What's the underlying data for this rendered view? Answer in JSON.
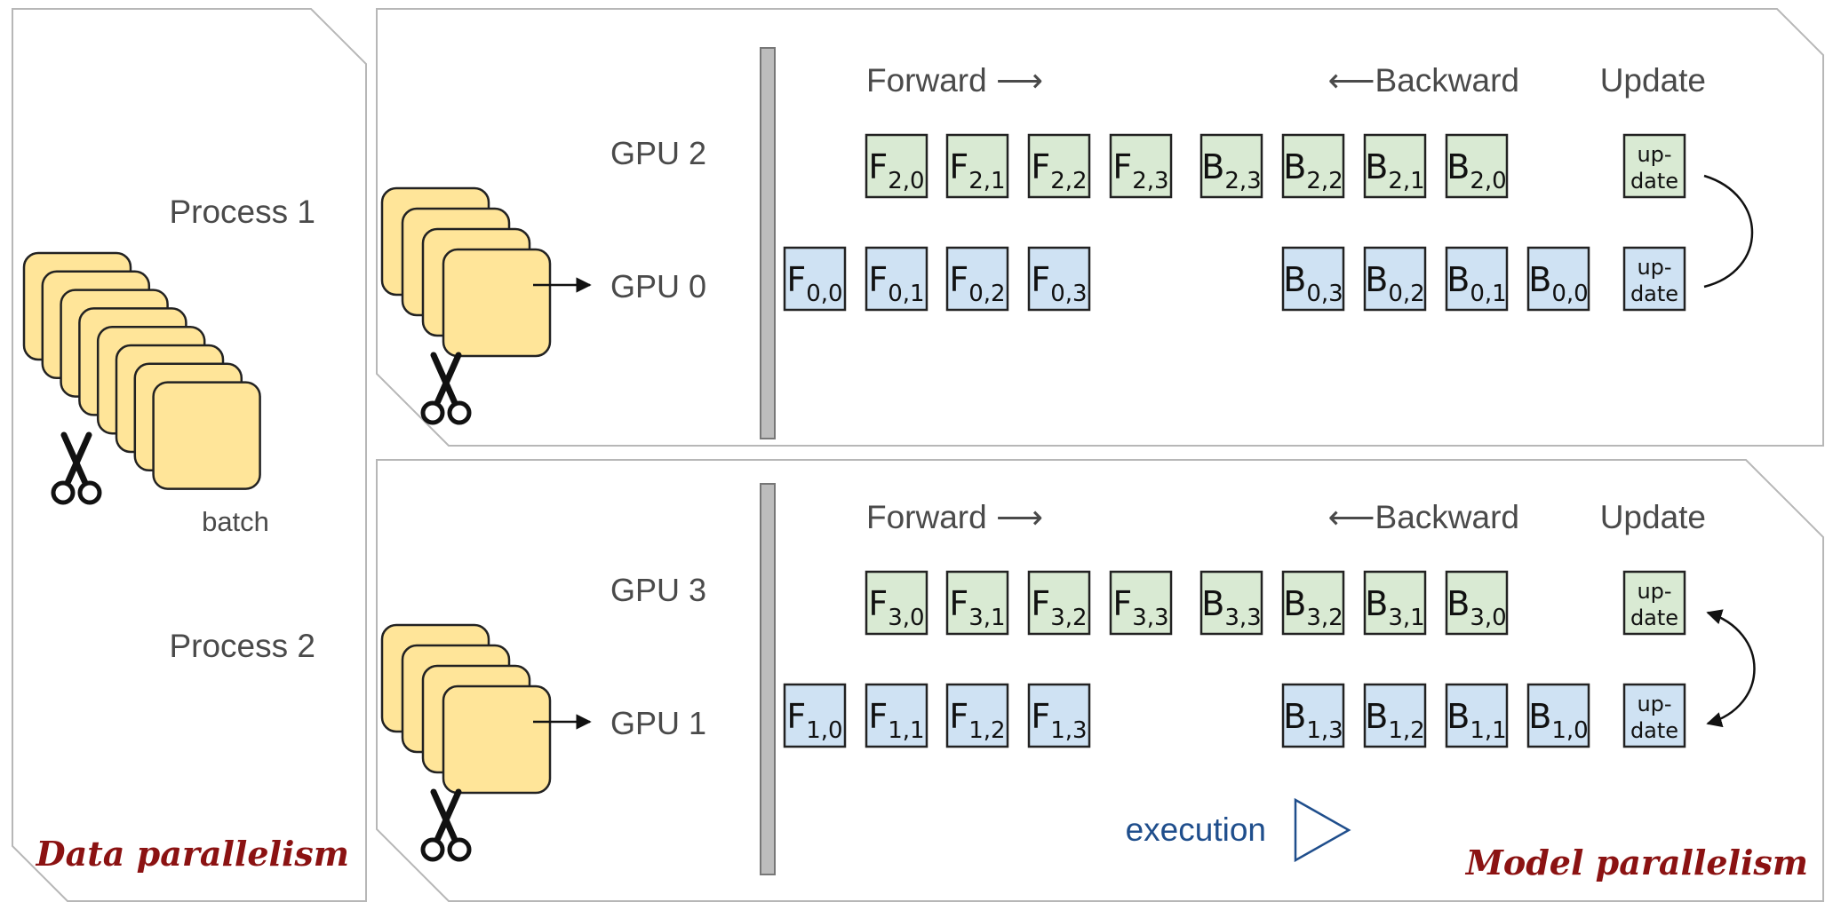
{
  "data_panel": {
    "process1_label": "Process 1",
    "process2_label": "Process 2",
    "batch_label": "batch",
    "caption": "Data parallelism",
    "icons": [
      "scissors-icon",
      "batch-stack-icon"
    ]
  },
  "model_panel": {
    "caption": "Model parallelism",
    "execution_label": "execution",
    "top": {
      "forward_label": "Forward ⟶",
      "backward_label": "⟵Backward",
      "update_label": "Update",
      "gpu_upper": "GPU 2",
      "gpu_lower": "GPU 0",
      "upper_row": [
        {
          "op": "F",
          "sub": "2,0"
        },
        {
          "op": "F",
          "sub": "2,1"
        },
        {
          "op": "F",
          "sub": "2,2"
        },
        {
          "op": "F",
          "sub": "2,3"
        },
        {
          "op": "B",
          "sub": "2,3"
        },
        {
          "op": "B",
          "sub": "2,2"
        },
        {
          "op": "B",
          "sub": "2,1"
        },
        {
          "op": "B",
          "sub": "2,0"
        }
      ],
      "lower_row_forward": [
        {
          "op": "F",
          "sub": "0,0"
        },
        {
          "op": "F",
          "sub": "0,1"
        },
        {
          "op": "F",
          "sub": "0,2"
        },
        {
          "op": "F",
          "sub": "0,3"
        }
      ],
      "lower_row_backward": [
        {
          "op": "B",
          "sub": "0,3"
        },
        {
          "op": "B",
          "sub": "0,2"
        },
        {
          "op": "B",
          "sub": "0,1"
        },
        {
          "op": "B",
          "sub": "0,0"
        }
      ],
      "update_upper": [
        "up-",
        "date"
      ],
      "update_lower": [
        "up-",
        "date"
      ]
    },
    "bottom": {
      "forward_label": "Forward ⟶",
      "backward_label": "⟵Backward",
      "update_label": "Update",
      "gpu_upper": "GPU 3",
      "gpu_lower": "GPU 1",
      "upper_row": [
        {
          "op": "F",
          "sub": "3,0"
        },
        {
          "op": "F",
          "sub": "3,1"
        },
        {
          "op": "F",
          "sub": "3,2"
        },
        {
          "op": "F",
          "sub": "3,3"
        },
        {
          "op": "B",
          "sub": "3,3"
        },
        {
          "op": "B",
          "sub": "3,2"
        },
        {
          "op": "B",
          "sub": "3,1"
        },
        {
          "op": "B",
          "sub": "3,0"
        }
      ],
      "lower_row_forward": [
        {
          "op": "F",
          "sub": "1,0"
        },
        {
          "op": "F",
          "sub": "1,1"
        },
        {
          "op": "F",
          "sub": "1,2"
        },
        {
          "op": "F",
          "sub": "1,3"
        }
      ],
      "lower_row_backward": [
        {
          "op": "B",
          "sub": "1,3"
        },
        {
          "op": "B",
          "sub": "1,2"
        },
        {
          "op": "B",
          "sub": "1,1"
        },
        {
          "op": "B",
          "sub": "1,0"
        }
      ],
      "update_upper": [
        "up-",
        "date"
      ],
      "update_lower": [
        "up-",
        "date"
      ]
    }
  },
  "colors": {
    "green_cell": "#d9ead3",
    "blue_cell": "#cfe2f3",
    "batch_fill": "#ffe599",
    "caption_red": "#8b1212",
    "execution_blue": "#1f4e8c",
    "panel_border": "#b7b7b7",
    "divider_fill": "#bdbdbd"
  }
}
